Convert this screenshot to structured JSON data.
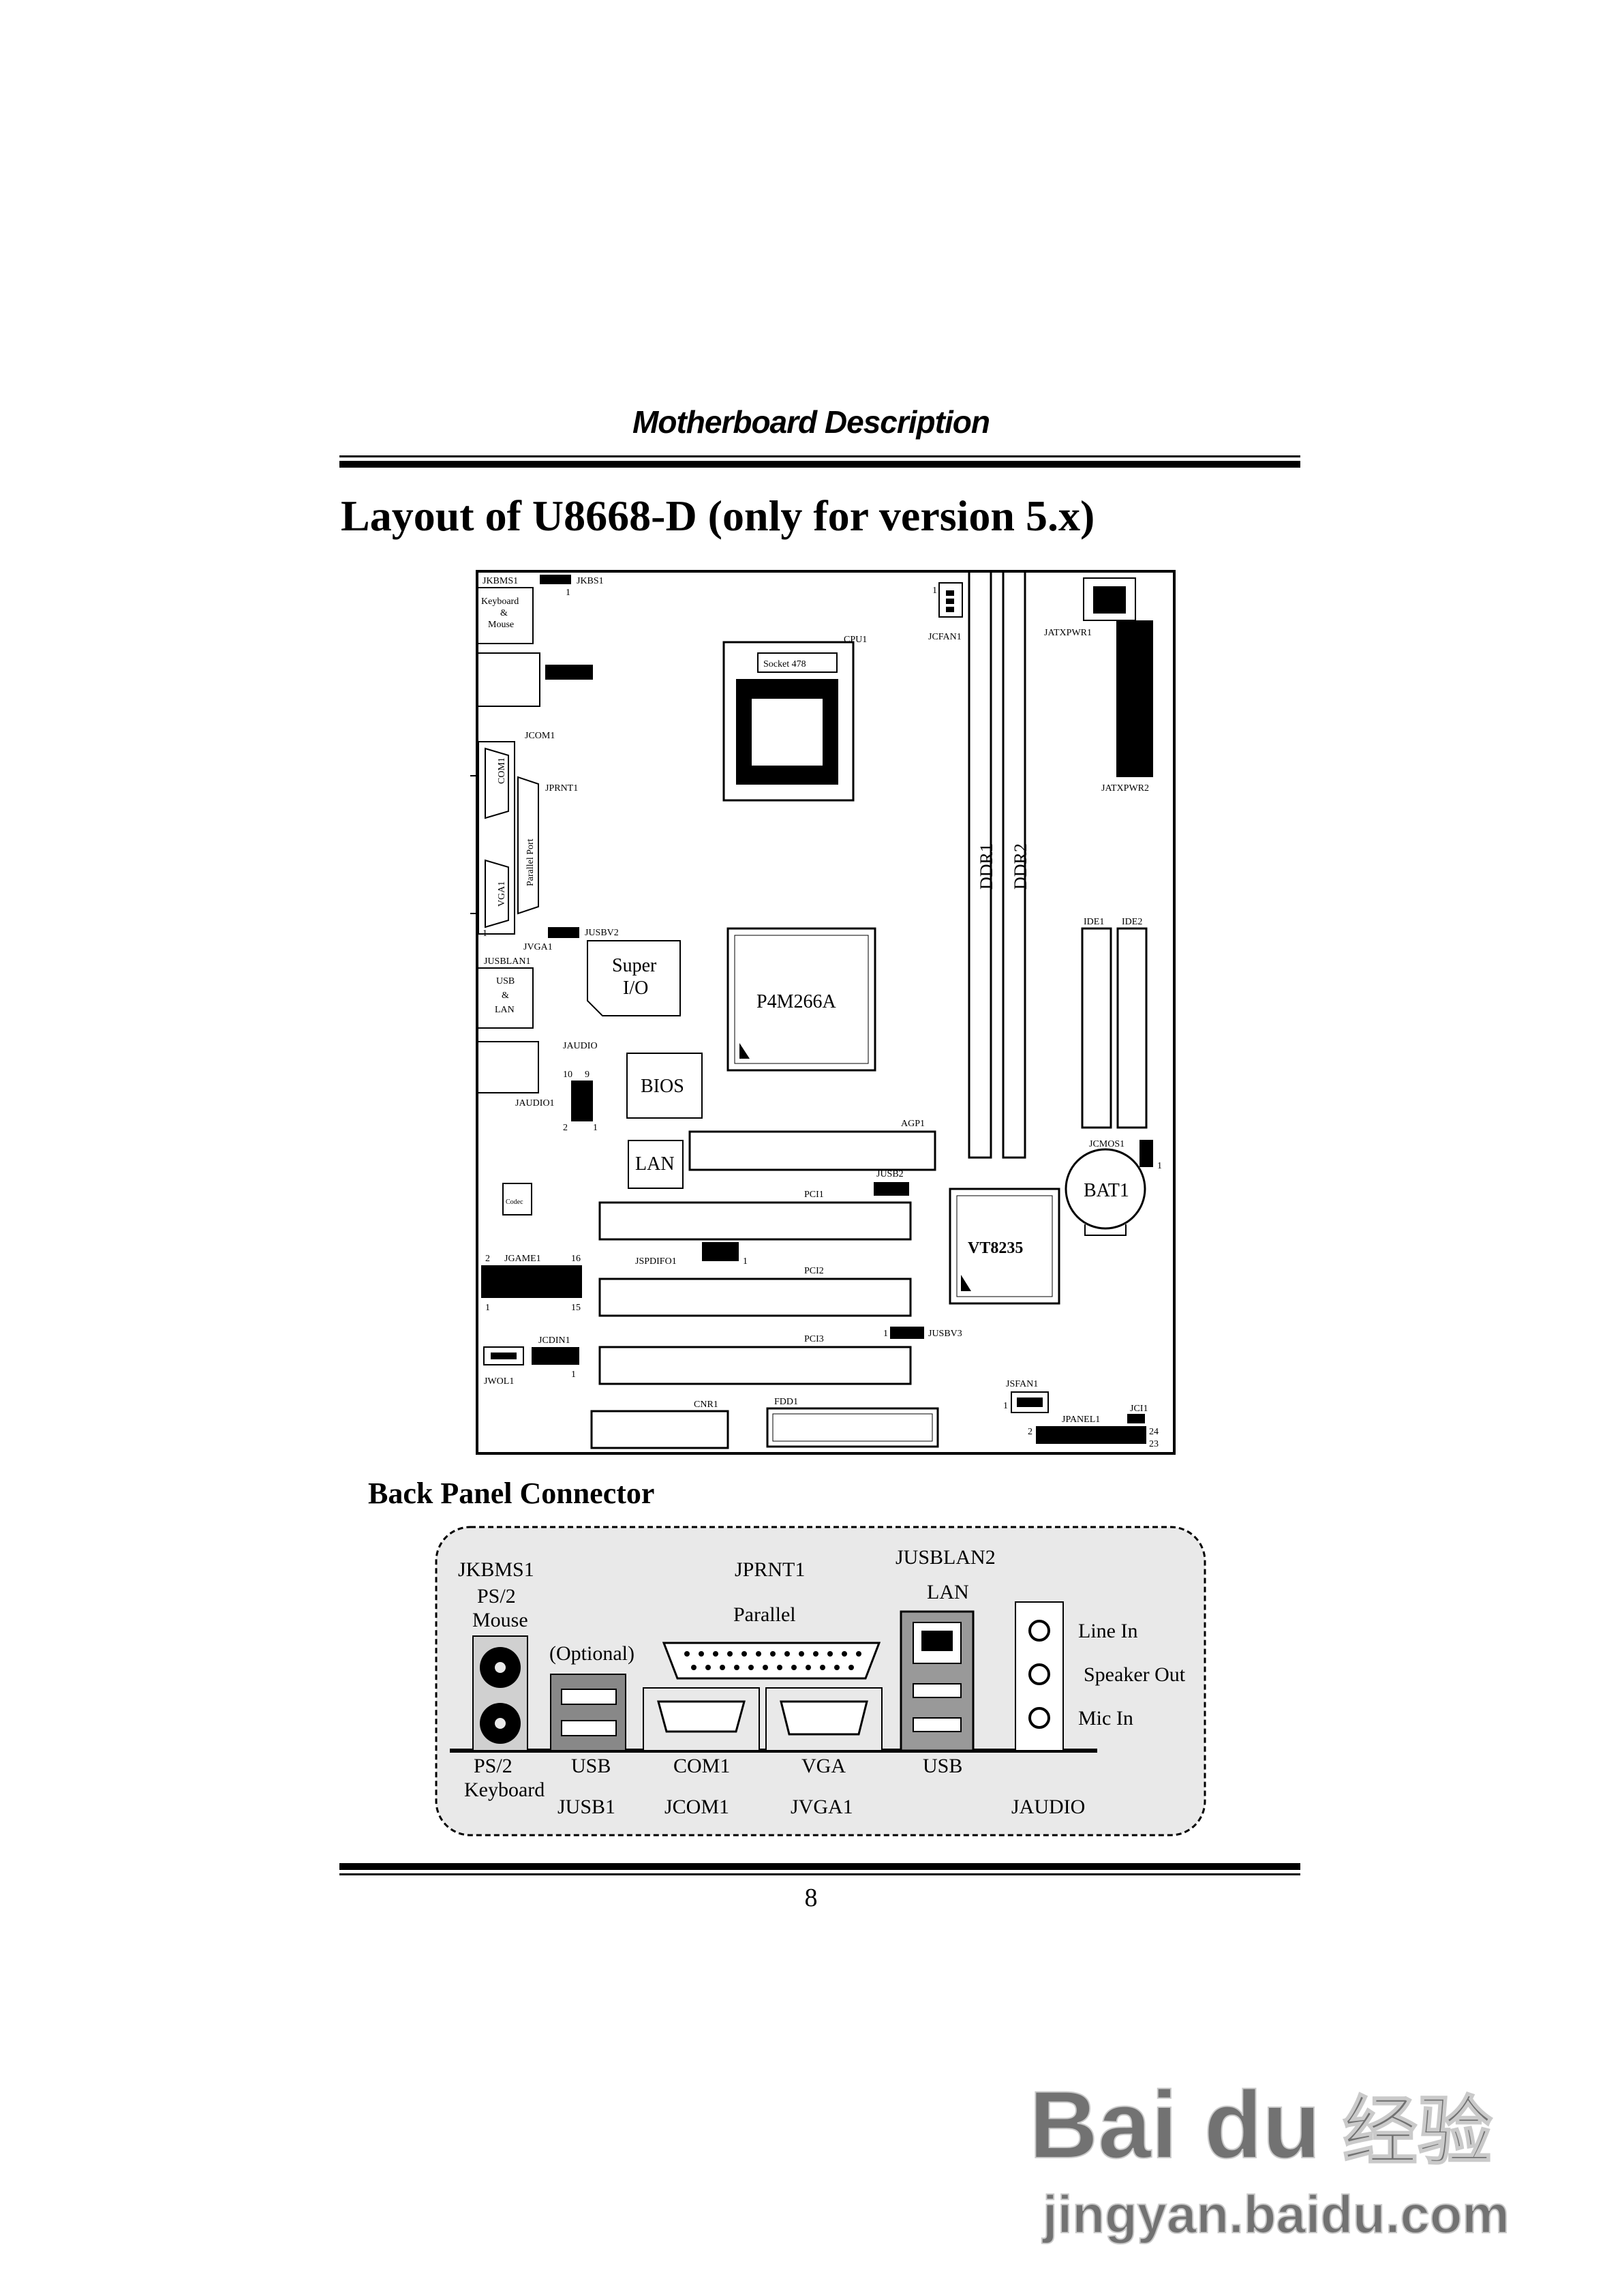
{
  "header": {
    "section_title": "Motherboard Description"
  },
  "title": "Layout of U8668-D (only for version 5.x)",
  "board": {
    "labels": {
      "jkbms1": "JKBMS1",
      "jkbs1": "JKBS1",
      "kb_mouse": [
        "Keyboard",
        "&",
        "Mouse"
      ],
      "pin1": "1",
      "cpu1": "CPU1",
      "socket": "Socket 478",
      "jcfan1": "JCFAN1",
      "jatxpwr1": "JATXPWR1",
      "jatxpwr2": "JATXPWR2",
      "jcom1": "JCOM1",
      "com1": "COM1",
      "jprnt1": "JPRNT1",
      "parallel_port": "Parallel Port",
      "vga1": "VGA1",
      "ddr1": "DDR1",
      "ddr2": "DDR2",
      "jusbv2": "JUSBV2",
      "jvga1": "JVGA1",
      "jusblan1": "JUSBLAN1",
      "usb_lan": [
        "USB",
        "&",
        "LAN"
      ],
      "super_io": [
        "Super",
        "I/O"
      ],
      "chipset": "P4M266A",
      "ide1": "IDE1",
      "ide2": "IDE2",
      "jaudio": "JAUDIO",
      "jaudio1": "JAUDIO1",
      "p10": "10",
      "p9": "9",
      "p2": "2",
      "p1": "1",
      "bios": "BIOS",
      "lan": "LAN",
      "agp1": "AGP1",
      "jcmos1": "JCMOS1",
      "bat1": "BAT1",
      "jusb2": "JUSB2",
      "pci1": "PCI1",
      "pci2": "PCI2",
      "pci3": "PCI3",
      "southbridge": "VT8235",
      "jgame1": "JGAME1",
      "p16": "16",
      "p15": "15",
      "jspdifo1": "JSPDIFO1",
      "jusbv3": "JUSBV3",
      "jcdin1": "JCDIN1",
      "jwol1": "JWOL1",
      "jsfan1": "JSFAN1",
      "jci1": "JCI1",
      "jpanel1": "JPANEL1",
      "p24": "24",
      "p23": "23",
      "cnr1": "CNR1",
      "fdd1": "FDD1",
      "codec": "Codec"
    }
  },
  "back_panel": {
    "title": "Back Panel Connector",
    "jkbms1": "JKBMS1",
    "ps2_mouse": [
      "PS/2",
      "Mouse"
    ],
    "optional": "(Optional)",
    "jprnt1": "JPRNT1",
    "parallel": "Parallel",
    "jusblan2": "JUSBLAN2",
    "lan": "LAN",
    "line_in": "Line In",
    "speaker_out": "Speaker Out",
    "mic_in": "Mic In",
    "ps2_keyboard": [
      "PS/2",
      "Keyboard"
    ],
    "usb": "USB",
    "com1": "COM1",
    "vga": "VGA",
    "usb2": "USB",
    "jusb1": "JUSB1",
    "jcom1": "JCOM1",
    "jvga1": "JVGA1",
    "jaudio": "JAUDIO"
  },
  "page_number": "8",
  "watermark": {
    "brand": "Bai du",
    "cn": "经验",
    "url": "jingyan.baidu.com"
  }
}
